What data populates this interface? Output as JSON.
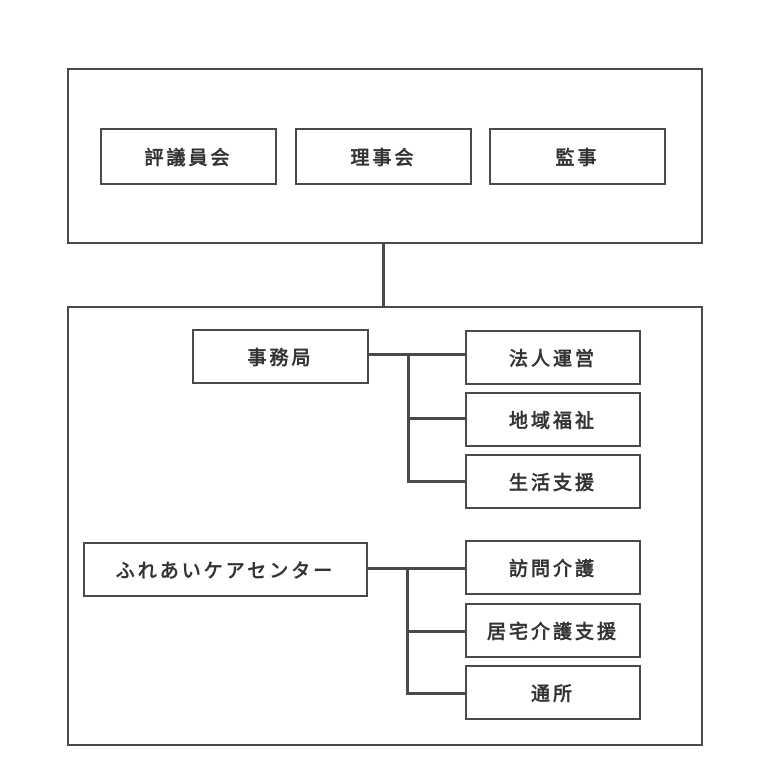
{
  "colors": {
    "line": "#4a4a4a",
    "text": "#333333",
    "background": "#ffffff"
  },
  "governance": {
    "items": [
      {
        "label": "評議員会"
      },
      {
        "label": "理事会"
      },
      {
        "label": "監事"
      }
    ]
  },
  "secretariat": {
    "label": "事務局",
    "children": [
      {
        "label": "法人運営"
      },
      {
        "label": "地域福祉"
      },
      {
        "label": "生活支援"
      }
    ]
  },
  "care_center": {
    "label": "ふれあいケアセンター",
    "children": [
      {
        "label": "訪問介護"
      },
      {
        "label": "居宅介護支援"
      },
      {
        "label": "通所"
      }
    ]
  }
}
